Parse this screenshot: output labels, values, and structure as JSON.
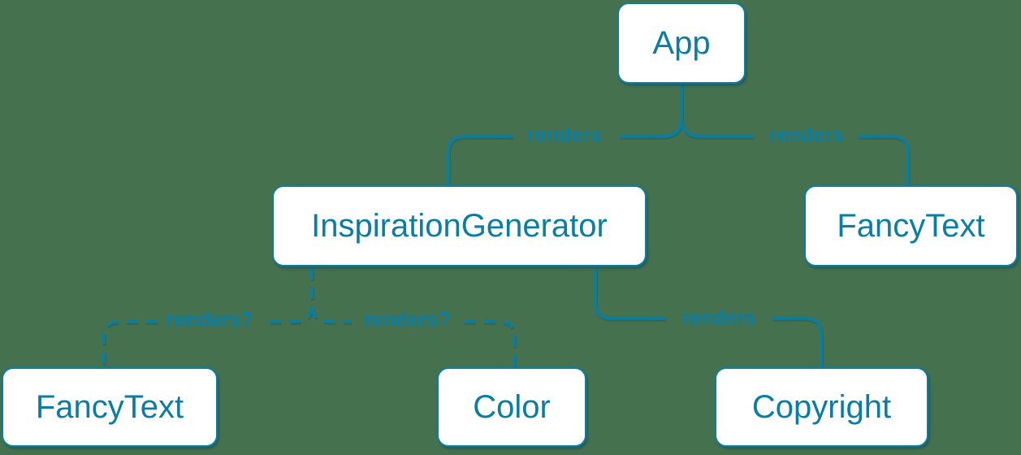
{
  "colors": {
    "background": "#45714E",
    "accent": "#087EA4",
    "node_fill": "#FFFFFF"
  },
  "diagram": {
    "type": "component-render-tree",
    "nodes": [
      {
        "id": "app",
        "label": "App"
      },
      {
        "id": "inspiration-generator",
        "label": "InspirationGenerator"
      },
      {
        "id": "fancy-text-top",
        "label": "FancyText"
      },
      {
        "id": "fancy-text-bottom",
        "label": "FancyText"
      },
      {
        "id": "color",
        "label": "Color"
      },
      {
        "id": "copyright",
        "label": "Copyright"
      }
    ],
    "edges": [
      {
        "from": "App",
        "to": "InspirationGenerator",
        "label": "renders",
        "style": "solid"
      },
      {
        "from": "App",
        "to": "FancyText",
        "label": "renders",
        "style": "solid"
      },
      {
        "from": "InspirationGenerator",
        "to": "FancyText",
        "label": "renders?",
        "style": "dashed"
      },
      {
        "from": "InspirationGenerator",
        "to": "Color",
        "label": "renders?",
        "style": "dashed"
      },
      {
        "from": "InspirationGenerator",
        "to": "Copyright",
        "label": "renders",
        "style": "solid"
      }
    ]
  }
}
